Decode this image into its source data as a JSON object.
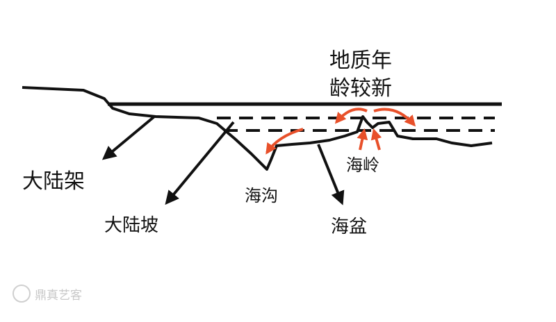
{
  "labels": {
    "title_line1": "地质年",
    "title_line2": "龄较新",
    "continental_shelf": "大陆架",
    "continental_slope": "大陆坡",
    "trench": "海沟",
    "ridge": "海岭",
    "basin": "海盆"
  },
  "watermark": "鼎真艺客",
  "colors": {
    "line": "#111111",
    "arrow_red": "#e8502a"
  }
}
